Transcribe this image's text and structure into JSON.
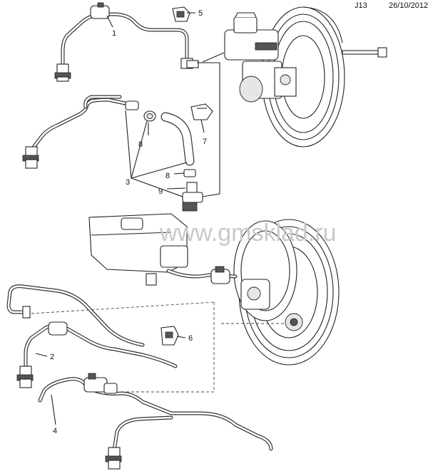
{
  "header": {
    "code": "J13",
    "date": "26/10/2012"
  },
  "watermark": "www.gmsklad.ru",
  "callouts": [
    "1",
    "2",
    "3",
    "4",
    "5",
    "6",
    "7",
    "8",
    "8",
    "9"
  ]
}
